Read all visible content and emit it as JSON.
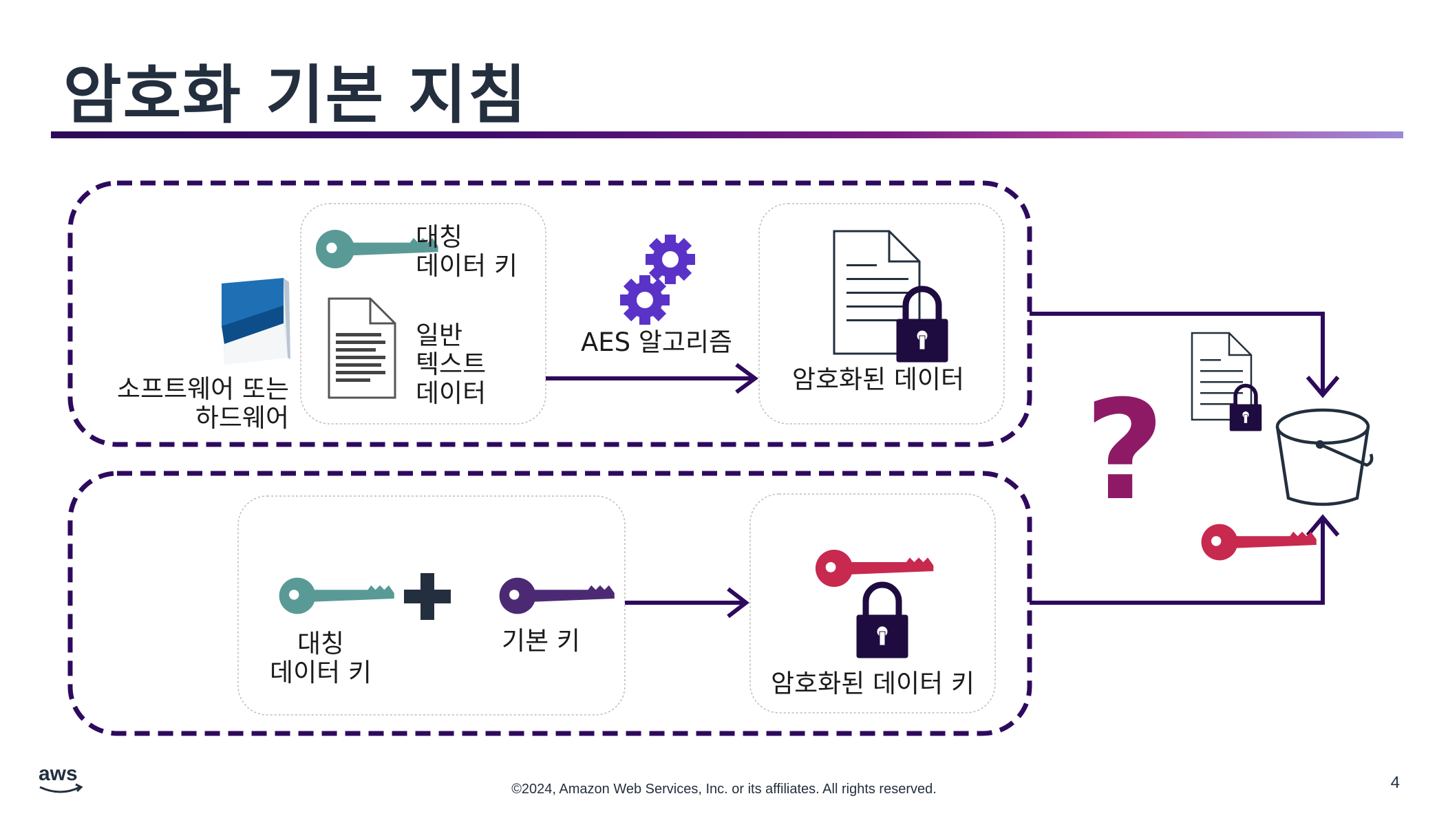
{
  "title": "암호화 기본 지침",
  "top_row": {
    "source_label_1": "소프트웨어 또는",
    "source_label_2": "하드웨어",
    "key_label_1": "대칭",
    "key_label_2": "데이터 키",
    "plaintext_label_1": "일반",
    "plaintext_label_2": "텍스트",
    "plaintext_label_3": "데이터",
    "algorithm_label": "AES 알고리즘",
    "encrypted_data_label": "암호화된 데이터"
  },
  "bottom_row": {
    "data_key_label_1": "대칭",
    "data_key_label_2": "데이터 키",
    "master_key_label": "기본 키",
    "encrypted_key_label": "암호화된 데이터 키"
  },
  "storage": {
    "question_mark": "?"
  },
  "footer": {
    "copyright": "©2024, Amazon Web Services, Inc. or its affiliates. All rights reserved.",
    "page_number": "4",
    "logo_text": "aws"
  },
  "colors": {
    "dark_purple": "#2e0a5e",
    "teal_key": "#5a9a96",
    "purple_key": "#4b2a73",
    "magenta_key": "#c8294e",
    "gear": "#5a32c8",
    "question": "#8e1a66",
    "lock": "#1e0b3f"
  }
}
